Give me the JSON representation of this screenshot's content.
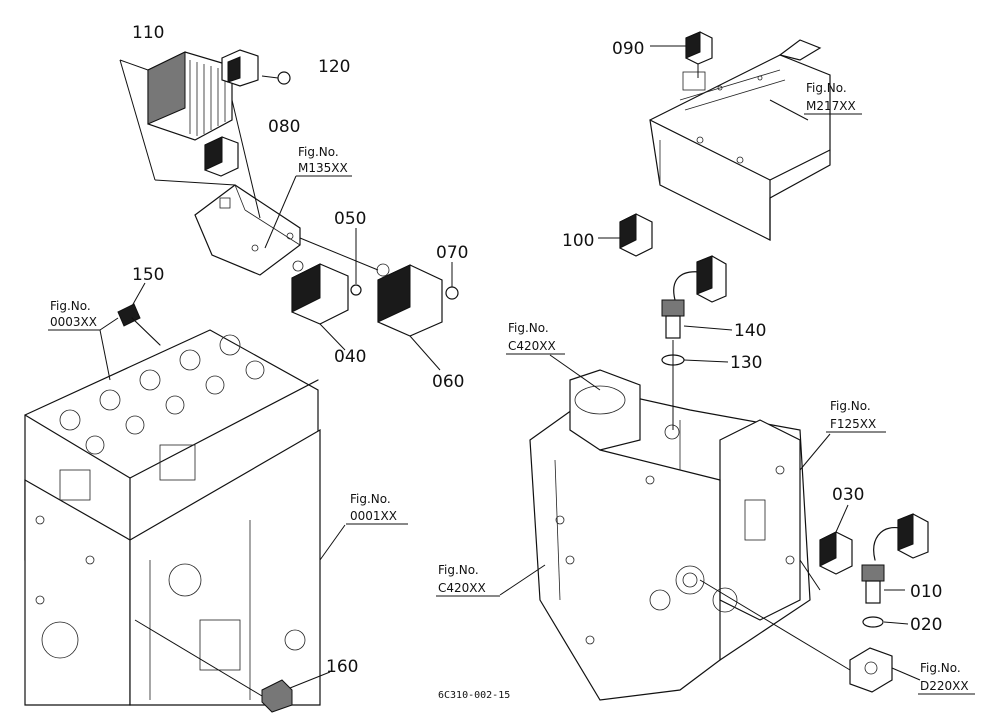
{
  "callouts": {
    "c110": "110",
    "c120": "120",
    "c080": "080",
    "c050": "050",
    "c070": "070",
    "c040": "040",
    "c060": "060",
    "c150": "150",
    "c160": "160",
    "c090": "090",
    "c100": "100",
    "c140": "140",
    "c130": "130",
    "c030": "030",
    "c010": "010",
    "c020": "020"
  },
  "figure_refs": {
    "label": "Fig.No.",
    "m135": "M135XX",
    "m217": "M217XX",
    "r0003": "0003XX",
    "r0001": "0001XX",
    "c420_top": "C420XX",
    "c420_bottom": "C420XX",
    "f125": "F125XX",
    "d220": "D220XX"
  },
  "drawing_number": "6C310-002-15"
}
